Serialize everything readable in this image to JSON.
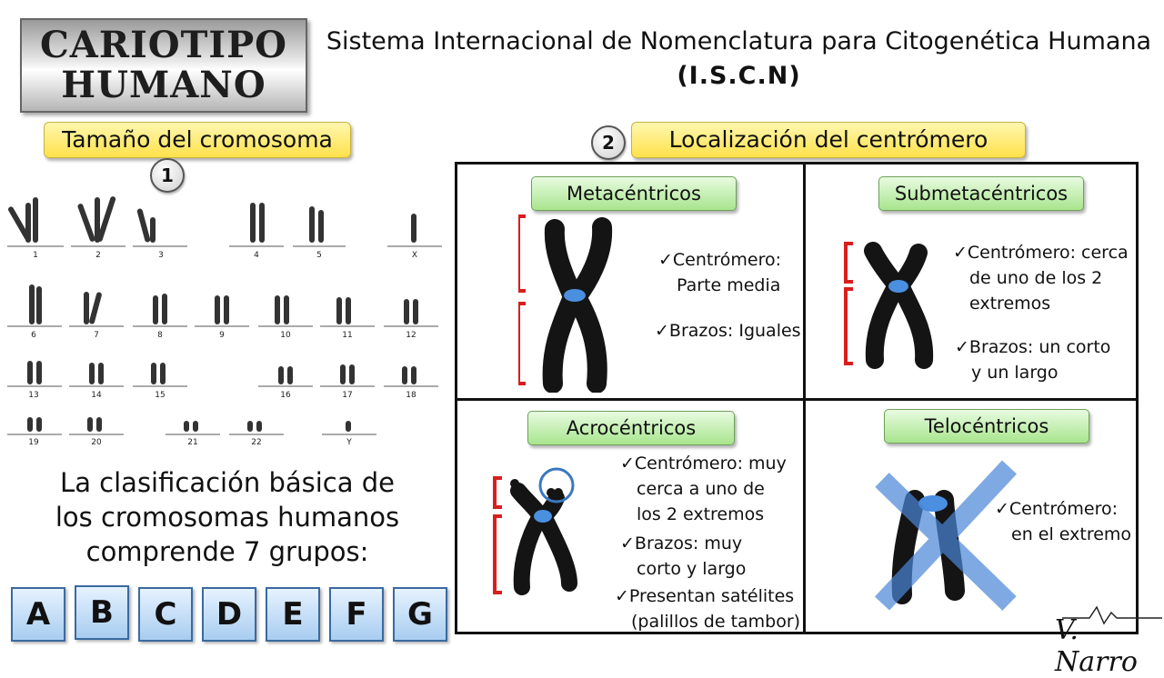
{
  "title": {
    "line1": "CARIOTIPO",
    "line2": "HUMANO"
  },
  "header": {
    "line1": "Sistema Internacional de Nomenclatura para Citogenética Humana",
    "line2": "(I.S.C.N)"
  },
  "section1": {
    "number": "1",
    "label": "Tamaño del cromosoma"
  },
  "section2": {
    "number": "2",
    "label": "Localización del centrómero"
  },
  "karyotype_labels": [
    "1",
    "2",
    "3",
    "4",
    "5",
    "X",
    "6",
    "7",
    "8",
    "9",
    "10",
    "11",
    "12",
    "13",
    "14",
    "15",
    "16",
    "17",
    "18",
    "19",
    "20",
    "21",
    "22",
    "Y"
  ],
  "classification_text": {
    "line1": "La clasificación básica de",
    "line2": "los cromosomas humanos",
    "line3": "comprende 7 grupos:"
  },
  "groups": [
    "A",
    "B",
    "C",
    "D",
    "E",
    "F",
    "G"
  ],
  "types": {
    "metacentricos": {
      "title": "Metacéntricos",
      "lines": [
        "✓Centrómero:",
        "Parte media",
        "✓Brazos: Iguales"
      ]
    },
    "submetacentricos": {
      "title": "Submetacéntricos",
      "lines": [
        "✓Centrómero: cerca",
        "de uno de los 2",
        "extremos",
        "✓Brazos: un corto",
        "y un largo"
      ]
    },
    "acrocentricos": {
      "title": "Acrocéntricos",
      "lines": [
        "✓Centrómero: muy",
        "cerca a uno de",
        "los 2 extremos",
        "✓Brazos: muy",
        "corto y largo",
        "✓Presentan satélites",
        "(palillos de tambor)"
      ]
    },
    "telocentricos": {
      "title": "Telocéntricos",
      "lines": [
        "✓Centrómero:",
        "en el extremo"
      ]
    }
  },
  "signature": "V. Narro",
  "colors": {
    "bracket": "#d81e1e",
    "centromere": "#4a8fe0",
    "cross": "#4a86d8"
  }
}
